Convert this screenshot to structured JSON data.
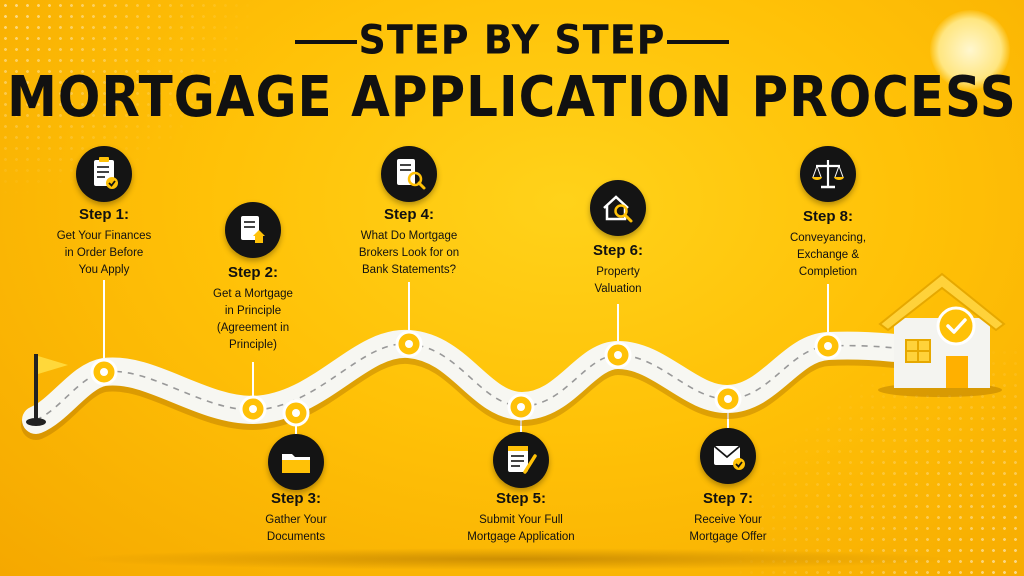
{
  "title": {
    "line1": "STEP BY STEP",
    "line2": "MORTGAGE APPLICATION PROCESS"
  },
  "colors": {
    "background": "#ffc107",
    "accent": "#ffd83a",
    "icon_bg": "#141414",
    "text": "#111111"
  },
  "steps": [
    {
      "title": "Step 1:",
      "desc": [
        "Get Your Finances",
        "in Order Before",
        "You Apply"
      ],
      "icon": "checklist-icon"
    },
    {
      "title": "Step 2:",
      "desc": [
        "Get a Mortgage",
        "in Principle",
        "(Agreement in",
        "Principle)"
      ],
      "icon": "house-document-icon"
    },
    {
      "title": "Step 3:",
      "desc": [
        "Gather Your",
        "Documents"
      ],
      "icon": "folder-icon"
    },
    {
      "title": "Step 4:",
      "desc": [
        "What Do Mortgage",
        "Brokers Look for on",
        "Bank Statements?"
      ],
      "icon": "document-search-icon"
    },
    {
      "title": "Step 5:",
      "desc": [
        "Submit Your Full",
        "Mortgage Application"
      ],
      "icon": "form-pen-icon"
    },
    {
      "title": "Step 6:",
      "desc": [
        "Property",
        "Valuation"
      ],
      "icon": "house-search-icon"
    },
    {
      "title": "Step 7:",
      "desc": [
        "Receive Your",
        "Mortgage Offer"
      ],
      "icon": "envelope-check-icon"
    },
    {
      "title": "Step 8:",
      "desc": [
        "Conveyancing,",
        "Exchange &",
        "Completion"
      ],
      "icon": "scales-icon"
    }
  ]
}
